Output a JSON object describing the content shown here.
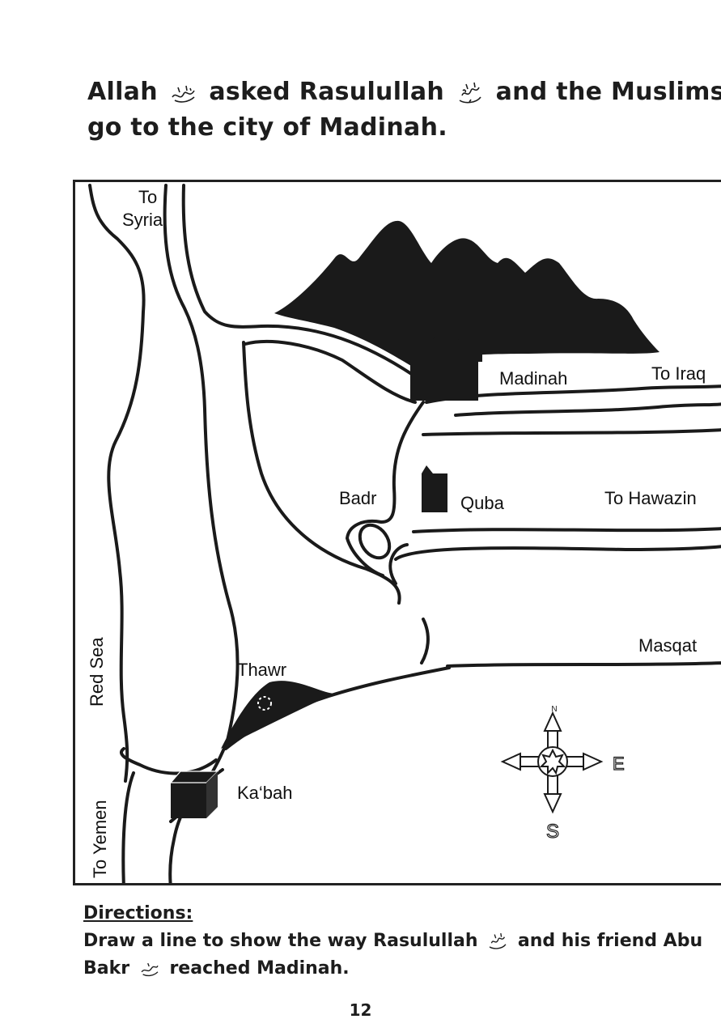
{
  "heading": {
    "line1_a": "Allah",
    "line1_b": "asked Rasulullah",
    "line1_c": "and the Muslims to",
    "line2": "go to the city of Madinah."
  },
  "map": {
    "labels": {
      "to_syria_1": "To",
      "to_syria_2": "Syria",
      "madinah": "Madinah",
      "to_iraq": "To Iraq",
      "badr": "Badr",
      "quba": "Quba",
      "to_hawazin": "To Hawazin",
      "masqat": "Masqat",
      "thawr": "Thawr",
      "kabah": "Ka‘bah",
      "red_sea": "Red Sea",
      "to_yemen": "To Yemen"
    },
    "compass": {
      "north": "N",
      "east": "E",
      "south": "S"
    },
    "colors": {
      "ink": "#1a1a1a",
      "paper": "#ffffff"
    }
  },
  "directions": {
    "title": "Directions:",
    "line1_a": "Draw a line to show the way Rasulullah",
    "line1_b": "and his friend Abu",
    "line2_a": "Bakr",
    "line2_b": "reached Madinah."
  },
  "page_number": "12"
}
